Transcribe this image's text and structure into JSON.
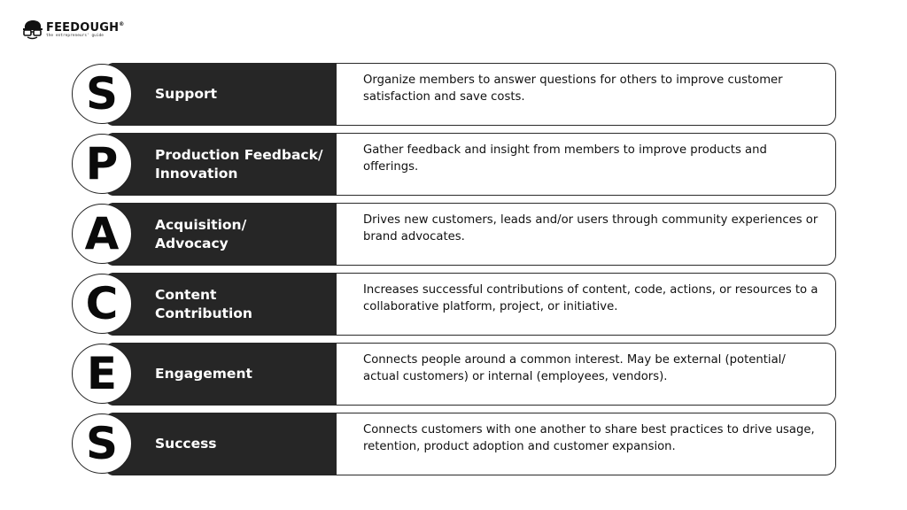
{
  "logo": {
    "name": "FEEDOUGH",
    "superscript": "®",
    "tagline": "the entrepreneurs' guide"
  },
  "items": [
    {
      "letter": "S",
      "title": "Support",
      "description": "Organize members to answer questions for others to improve customer satisfaction and save costs."
    },
    {
      "letter": "P",
      "title": "Production Feedback/\nInnovation",
      "description": "Gather feedback and insight from members to improve products and offerings."
    },
    {
      "letter": "A",
      "title": "Acquisition/\nAdvocacy",
      "description": "Drives new customers, leads and/or users through community experiences or brand advocates."
    },
    {
      "letter": "C",
      "title": "Content\nContribution",
      "description": "Increases successful contributions of content, code, actions, or resources to a collaborative platform, project, or initiative."
    },
    {
      "letter": "E",
      "title": "Engagement",
      "description": "Connects people around a common interest. May be external (potential/ actual customers) or internal (employees, vendors)."
    },
    {
      "letter": "S",
      "title": "Success",
      "description": "Connects customers with one another to share best practices to drive usage, retention, product adoption and customer expansion."
    }
  ]
}
